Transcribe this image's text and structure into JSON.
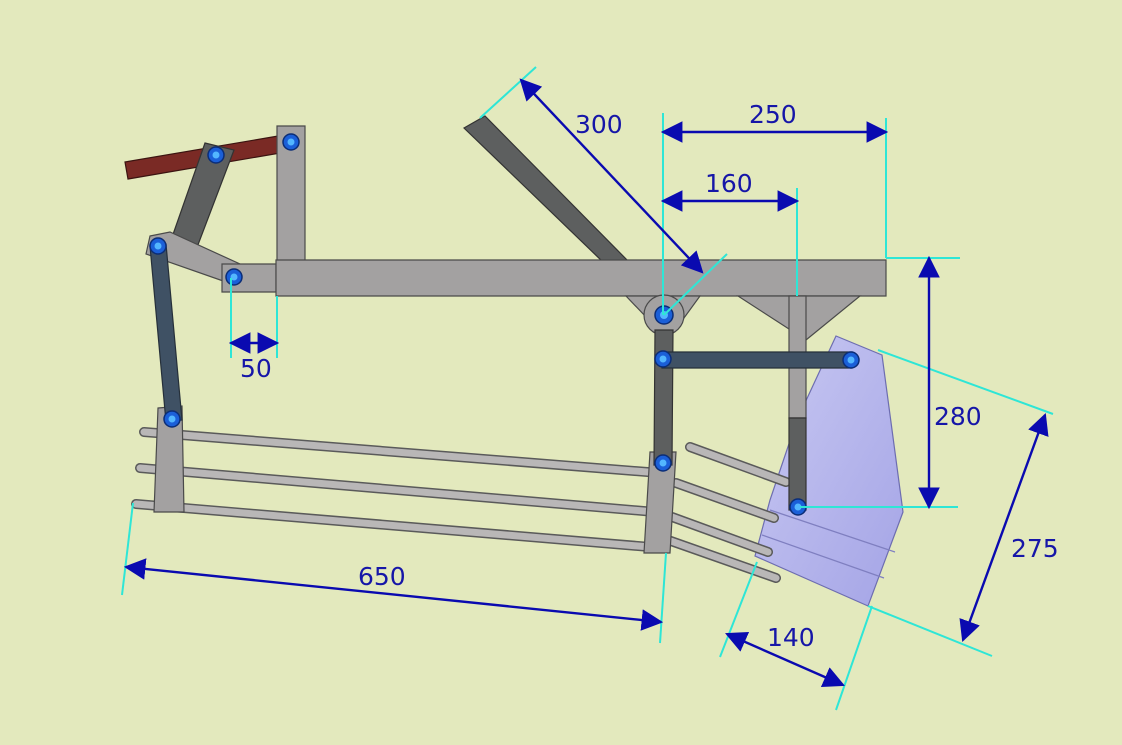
{
  "diagram": {
    "dimensions": [
      {
        "id": "d300",
        "label": "300"
      },
      {
        "id": "d250",
        "label": "250"
      },
      {
        "id": "d160",
        "label": "160"
      },
      {
        "id": "d50",
        "label": "50"
      },
      {
        "id": "d280",
        "label": "280"
      },
      {
        "id": "d275",
        "label": "275"
      },
      {
        "id": "d650",
        "label": "650"
      },
      {
        "id": "d140",
        "label": "140"
      }
    ],
    "colors": {
      "background": "#e3e9bd",
      "dimension_line": "#0a0ab0",
      "extension_line": "#2ee6d6",
      "pin": "#1b5fd8",
      "hopper": "#b3b3ef",
      "handle": "#7a2a25"
    }
  }
}
